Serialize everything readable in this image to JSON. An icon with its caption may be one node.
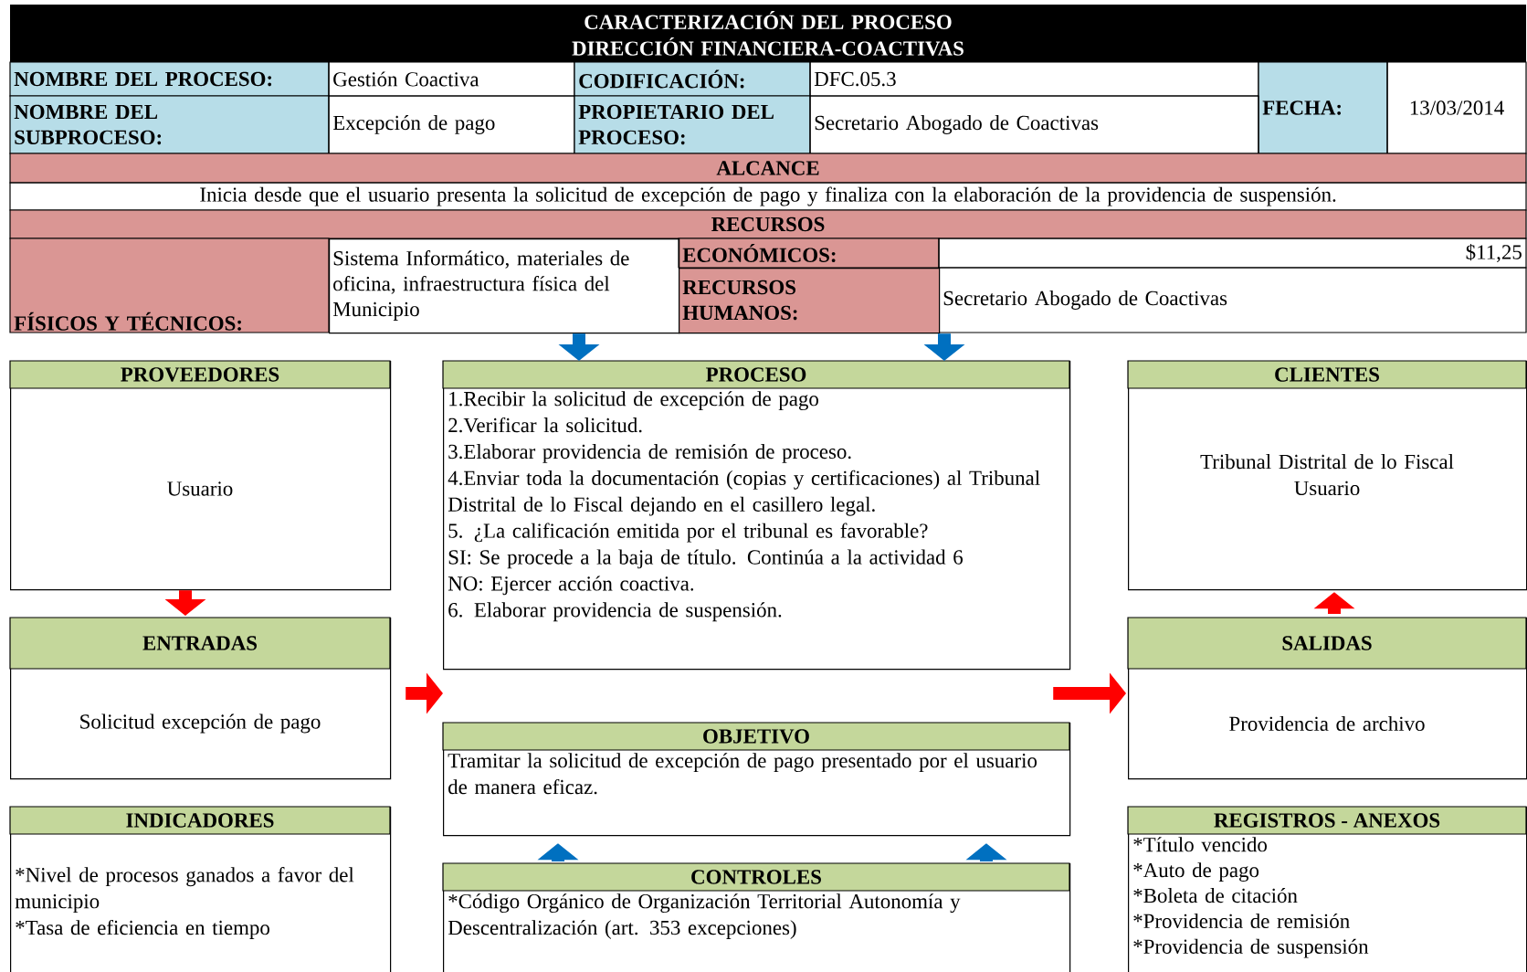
{
  "diagram": {
    "title": "CARACTERIZACIÓN DEL PROCESO DIRECCIÓN FINANCIERA-COACTIVAS",
    "nodes": [
      {
        "text": [
          "Sistema Informático, materiales de oficina, infraestructura física del Municipio"
        ]
      },
      {
        "text": [
          "RECURSOS HUMANOS:"
        ]
      },
      {
        "text": [
          "PROVEEDORES",
          "Usuario"
        ]
      },
      {
        "text": [
          "PROCESO",
          "1.Recibir la solicitud de excepción de pago",
          "2.Verificar la solicitud.",
          "3.Elaborar providencia de remisión de proceso.",
          "4.Enviar toda la documentación (copias y certificaciones) al Tribunal Distrital de lo Fiscal dejando en el casillero legal.",
          "5. ¿La calificación emitida por el tribunal es favorable?",
          "SI: Se procede a la baja de título. Continúa a la actividad 6",
          "NO: Ejercer acción coactiva.",
          "6. Elaborar providencia de suspensión."
        ]
      },
      {
        "text": [
          "CLIENTES",
          "Tribunal Distrital de lo Fiscal",
          "Usuario"
        ]
      },
      {
        "text": [
          "ENTRADAS",
          "Solicitud excepción de pago"
        ]
      },
      {
        "text": [
          "SALIDAS",
          "Providencia de archivo"
        ]
      },
      {
        "text": [
          "OBJETIVO",
          "Tramitar la solicitud de excepción de pago presentado por el usuario de manera eficaz."
        ]
      },
      {
        "text": [
          "INDICADORES",
          "*Nivel de procesos ganados a favor del municipio",
          "*Tasa de eficiencia en tiempo"
        ]
      },
      {
        "text": [
          "CONTROLES",
          "*Código Orgánico de Organización Territorial Autonomía y Descentralización (art. 353 excepciones)"
        ]
      },
      {
        "text": [
          "REGISTROS - ANEXOS",
          "*Título vencido",
          "*Auto de pago",
          "*Boleta de citación",
          "*Providencia de remisión",
          "*Providencia de suspensión"
        ]
      }
    ],
    "edges": [
      {
        "from": 0,
        "to": 3,
        "arrow": "to"
      },
      {
        "from": 1,
        "to": 3,
        "arrow": "to"
      },
      {
        "from": 2,
        "to": 5,
        "arrow": "to",
        "color": "#ff0000"
      },
      {
        "from": 5,
        "to": 3,
        "arrow": "to",
        "color": "#ff0000"
      },
      {
        "from": 3,
        "to": 6,
        "arrow": "to",
        "color": "#ff0000"
      },
      {
        "from": 6,
        "to": 4,
        "arrow": "to",
        "color": "#ff0000"
      },
      {
        "from": 9,
        "to": 7,
        "arrow": "to"
      },
      {
        "from": 9,
        "to": 7,
        "arrow": "to"
      }
    ],
    "labels": [
      "NOMBRE DEL PROCESO:",
      "Gestión Coactiva",
      "CODIFICACIÓN:",
      "DFC.05.3",
      "FECHA:",
      "13/03/2014",
      "NOMBRE DEL SUBPROCESO:",
      "Excepción de pago",
      "PROPIETARIO DEL PROCESO:",
      "Secretario Abogado de Coactivas",
      "ALCANCE",
      "Inicia desde que el usuario presenta la solicitud de excepción de pago y finaliza con la elaboración de la providencia de suspensión.",
      "RECURSOS",
      "FÍSICOS Y TÉCNICOS:",
      "ECONÓMICOS:",
      "$11,25",
      "Secretario Abogado de Coactivas"
    ]
  }
}
